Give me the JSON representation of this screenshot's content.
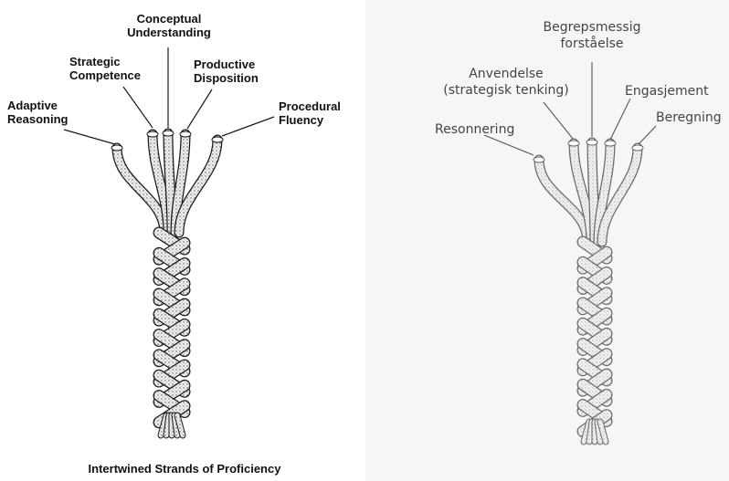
{
  "english": {
    "labels": {
      "conceptual": "Conceptual\nUnderstanding",
      "strategic": "Strategic\nCompetence",
      "productive": "Productive\nDisposition",
      "adaptive": "Adaptive\nReasoning",
      "procedural": "Procedural\nFluency"
    },
    "caption": "Intertwined Strands of Proficiency"
  },
  "norwegian": {
    "labels": {
      "conceptual": "Begrepsmessig\nforståelse",
      "strategic": "Anvendelse\n(strategisk tenking)",
      "productive": "Engasjement",
      "adaptive": "Resonnering",
      "procedural": "Beregning"
    }
  },
  "colors": {
    "strand_fill": "#ececec",
    "strand_stroke": "#1a1a1a",
    "leader_line": "#1a1a1a",
    "norwegian_text": "#444444"
  },
  "icons": [
    "braided-rope-icon"
  ]
}
